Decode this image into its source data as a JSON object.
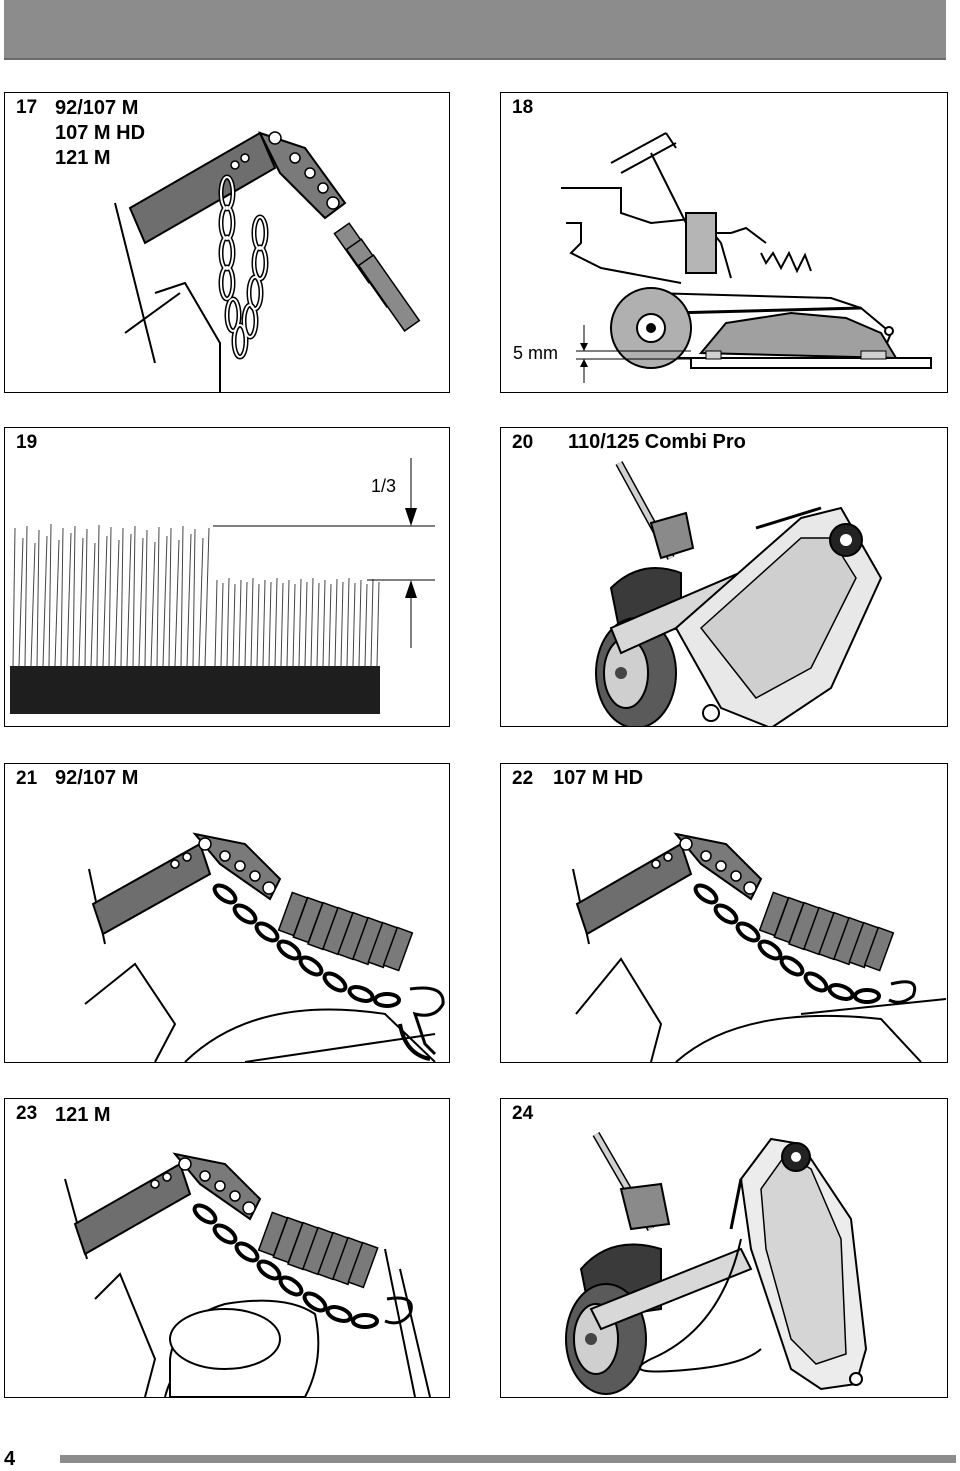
{
  "page_number": "4",
  "panels": [
    {
      "number": "17",
      "models": "92/107 M\n107 M HD\n121 M"
    },
    {
      "number": "18",
      "models": "",
      "measure": "5 mm"
    },
    {
      "number": "19",
      "models": "",
      "fraction": "1/3"
    },
    {
      "number": "20",
      "models": "110/125 Combi Pro"
    },
    {
      "number": "21",
      "models": "92/107 M"
    },
    {
      "number": "22",
      "models": "107 M HD"
    },
    {
      "number": "23",
      "models": "121 M"
    },
    {
      "number": "24",
      "models": ""
    }
  ]
}
